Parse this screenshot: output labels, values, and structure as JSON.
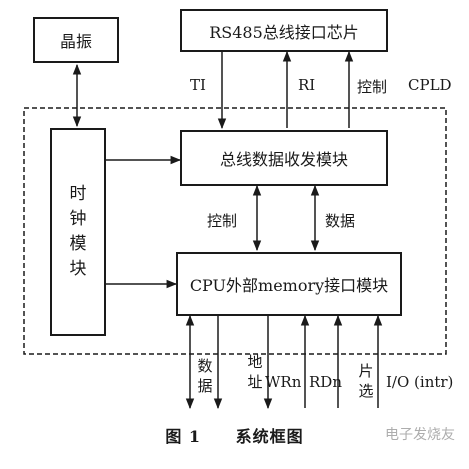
{
  "blocks": {
    "crystal": "晶振",
    "rs485": "RS485总线接口芯片",
    "bus_transceiver": "总线数据收发模块",
    "cpu_interface": "CPU外部memory接口模块",
    "clock_module": "时钟模块"
  },
  "signals": {
    "ti": "TI",
    "ri": "RI",
    "control_top": "控制",
    "cpld": "CPLD",
    "control_mid": "控制",
    "data_mid": "数据",
    "data_bottom": "数据",
    "address": "地址",
    "wrn": "WRn",
    "rdn": "RDn",
    "chip_select": "片选",
    "io_intr": "I/O (intr)"
  },
  "caption": {
    "figure_no": "图 1",
    "title": "系统框图"
  },
  "watermark": "电子发烧友"
}
